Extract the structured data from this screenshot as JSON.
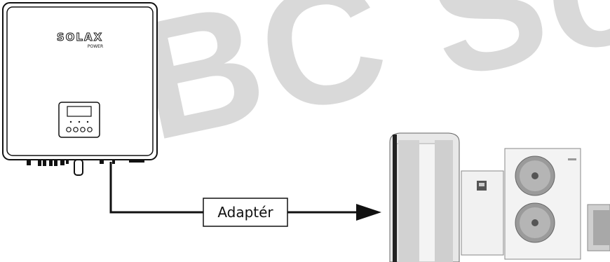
{
  "watermark": {
    "text": "GBC Solino"
  },
  "inverter": {
    "brand": "SOLAX",
    "brand_sub": "POWER"
  },
  "adapter": {
    "label": "Adaptér"
  }
}
